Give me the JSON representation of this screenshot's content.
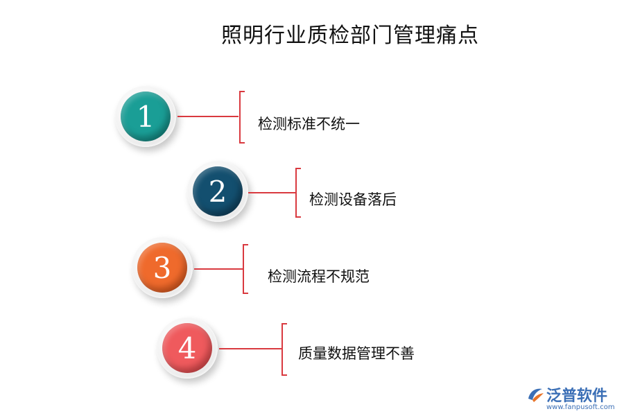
{
  "title": "照明行业质检部门管理痛点",
  "items": [
    {
      "number": "1",
      "label": "检测标准不统一",
      "color": "#1a9e96",
      "color_dark": "#0d7a74"
    },
    {
      "number": "2",
      "label": "检测设备落后",
      "color": "#134f6f",
      "color_dark": "#0b3550"
    },
    {
      "number": "3",
      "label": "检测流程不规范",
      "color": "#ef6a2c",
      "color_dark": "#d44d12"
    },
    {
      "number": "4",
      "label": "质量数据管理不善",
      "color": "#ef5a5d",
      "color_dark": "#d63d40"
    }
  ],
  "accent_color": "#d9393f",
  "logo": {
    "name": "泛普软件",
    "url": "www.fanpusoft.com"
  }
}
